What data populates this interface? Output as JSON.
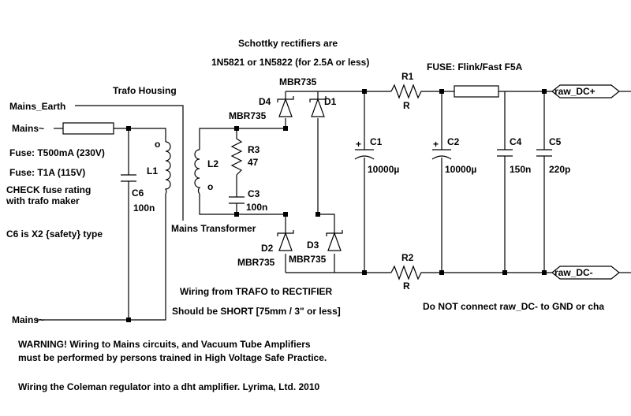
{
  "notes": {
    "schottky_line1": "Schottky rectifiers are",
    "schottky_line2": "1N5821 or 1N5822 (for 2.5A or less)",
    "trafo_housing": "Trafo Housing",
    "fuse_out": "FUSE: Flink/Fast F5A",
    "fuse_230": "Fuse: T500mA (230V)",
    "fuse_115": "Fuse: T1A (115V)",
    "check1": "CHECK fuse rating",
    "check2": "with trafo maker",
    "c6_type": "C6 is X2 {safety} type",
    "mains_transformer": "Mains Transformer",
    "wiring1": "Wiring from TRAFO to RECTIFIER",
    "wiring2": "Should be SHORT [75mm / 3\" or less]",
    "dont_connect": "Do NOT connect raw_DC- to GND or cha",
    "warning1": "WARNING! Wiring to Mains circuits, and Vacuum Tube Amplifiers",
    "warning2": "must be performed by persons trained in High Voltage Safe Practice.",
    "credit": "Wiring the Coleman regulator into a dht amplifier. Lyrima, Ltd. 2010"
  },
  "nets": {
    "mains_earth": "Mains_Earth",
    "mains_top": "Mains~",
    "mains_bottom": "Mains~",
    "raw_dc_plus": "raw_DC+",
    "raw_dc_minus": "raw_DC-"
  },
  "components": {
    "c6": {
      "ref": "C6",
      "value": "100n"
    },
    "l1": {
      "ref": "L1"
    },
    "l2": {
      "ref": "L2"
    },
    "r3": {
      "ref": "R3",
      "value": "47"
    },
    "c3": {
      "ref": "C3",
      "value": "100n"
    },
    "d1": {
      "ref": "D1"
    },
    "d4": {
      "ref": "D4",
      "part": "MBR735"
    },
    "d4_top_part": "MBR735",
    "d2": {
      "ref": "D2",
      "part": "MBR735"
    },
    "d3": {
      "ref": "D3",
      "part": "MBR735"
    },
    "c1": {
      "ref": "C1",
      "value": "10000µ"
    },
    "c2": {
      "ref": "C2",
      "value": "10000µ"
    },
    "c4": {
      "ref": "C4",
      "value": "150n"
    },
    "c5": {
      "ref": "C5",
      "value": "220p"
    },
    "r1": {
      "ref": "R1",
      "value": "R"
    },
    "r2": {
      "ref": "R2",
      "value": "R"
    }
  },
  "symbols": {
    "plus": "+",
    "dot": "o"
  }
}
